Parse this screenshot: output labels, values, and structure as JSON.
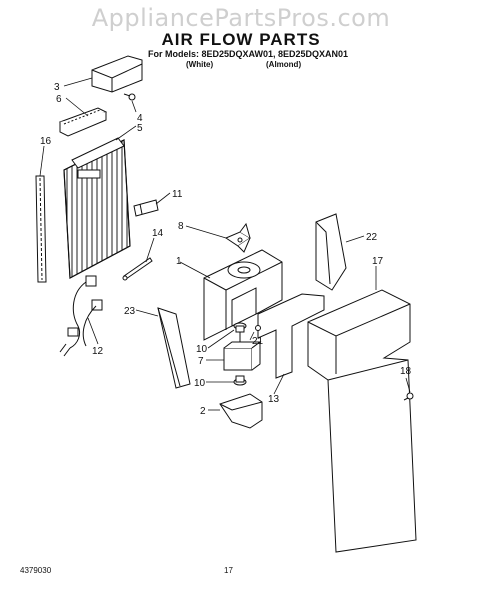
{
  "watermark": "AppliancePartsPros.com",
  "title": "AIR FLOW PARTS",
  "models_line": "For Models: 8ED25DQXAW01, 8ED25DQXAN01",
  "variants": [
    "(White)",
    "(Almond)"
  ],
  "doc_number": "4379030",
  "page_number": "17",
  "callouts": [
    "3",
    "6",
    "4",
    "5",
    "16",
    "11",
    "8",
    "14",
    "22",
    "1",
    "17",
    "23",
    "21",
    "10",
    "12",
    "7",
    "13",
    "10",
    "18",
    "2"
  ]
}
